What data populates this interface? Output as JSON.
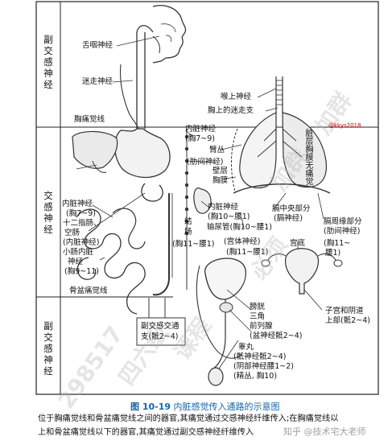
{
  "regions": {
    "upper": "副交感神经",
    "middle": "交感神经",
    "lower": "副交感神经"
  },
  "lines": {
    "thoracic_pain_line": "胸痛觉线",
    "pelvic_pain_line": "骨盆痛觉线"
  },
  "labels": {
    "glossopharyngeal": "舌咽神经",
    "vagus": "迷走神经",
    "laryngeal": "喉上神经",
    "upper_thoracic_vagus": "胸上的迷走支",
    "visceral_t79_a": "内脏神经",
    "visceral_t79_b": "(胸7~9)",
    "arm_plexus": "臂丛",
    "intercostal": "(肋间神经)",
    "parietal_pleura_a": "壁层",
    "parietal_pleura_b": "胸膜",
    "visceral_left_a": "内脏神经",
    "visceral_left_b": "(胸7~9)",
    "duodenum_a": "十二指肠、",
    "duodenum_b": "空肠",
    "duodenum_c": "(内脏神经)",
    "small_int_a": "小肠内脏",
    "small_int_b": "神经",
    "small_int_c": "(胸9~11)",
    "visceral_t10_a": "内脏神经",
    "visceral_t10_b": "(胸10~腰1)",
    "colon_a": "结",
    "colon_b": "肠",
    "colon_c": "(胸11~腰1)",
    "ureter": "输尿管(胸10~腰1)",
    "uterus_body": "(宫体神经)",
    "uterus_range": "(胸11~腰1)",
    "diaphragm_center_a": "膈中央部分",
    "diaphragm_center_b": "(膈神经)",
    "diaphragm_edge_a": "膈周缘部分",
    "diaphragm_edge_b": "(肋间神经)",
    "cervix_fundus": "宫底",
    "cervix_range_a": "(胸11~",
    "cervix_range_b": "腰1)",
    "bladder_a": "膀胱",
    "bladder_b": "三角",
    "prostate": "前列腺",
    "pelvic_nerve": "(盆神经骶2~4)",
    "testis": "睾丸",
    "testis_a": "(骶神经骶2~4)",
    "testis_b": "(阴部神经腰1~2)",
    "testis_c": "(精丛, 胸10)",
    "uterus_vagina_a": "子宫和阴道",
    "uterus_vagina_b": "上部(骶2~4)",
    "parasympathetic_sacral_a": "副交感交通",
    "parasympathetic_sacral_b": "支(骶2~4)",
    "lung_vertical": "脏层胸膜无痛觉"
  },
  "watermarks": [
    "298517",
    "四六级",
    "课程",
    "必须",
    "加群",
    "加群"
  ],
  "tag": "@kkys2018",
  "caption": {
    "figure": "图 10-19",
    "title": "内脏感觉传入通路的示意图",
    "text1": "位于胸痛觉线和骨盆痛觉线之间的器官,其痛觉通过交感神经纤维传入;在胸痛觉线以",
    "text2": "上和骨盆痛觉线以下的器官,其痛觉通过副交感神经纤维传入"
  },
  "corner_watermark": "知乎 @技术宅大老师"
}
